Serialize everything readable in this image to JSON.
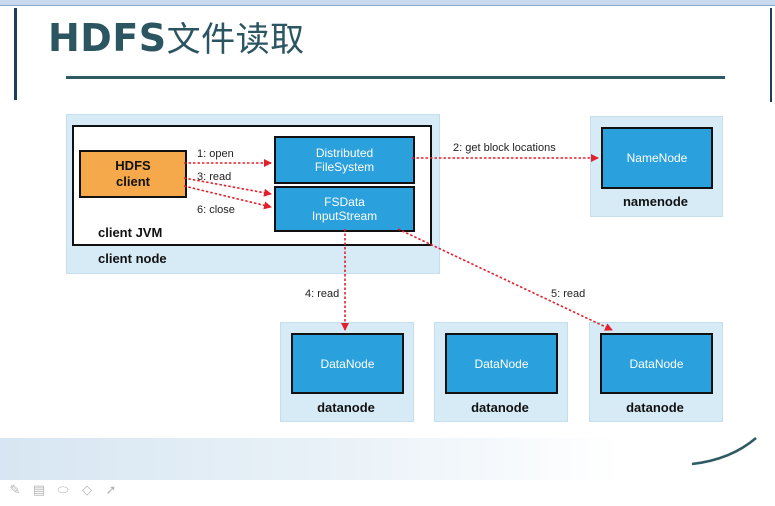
{
  "slide": {
    "title_latin": "HDFS",
    "title_cn": "文件读取"
  },
  "diagram": {
    "client_node_label": "client node",
    "client_jvm_label": "client JVM",
    "hdfs_client": [
      "HDFS",
      "client"
    ],
    "distributed_fs": [
      "Distributed",
      "FileSystem"
    ],
    "fsdata_stream": [
      "FSData",
      "InputStream"
    ],
    "namenode_box": "NameNode",
    "namenode_label": "namenode",
    "datanode_box": "DataNode",
    "datanode_label": "datanode",
    "edges": {
      "open": "1: open",
      "get_block": "2: get block locations",
      "read3": "3: read",
      "read4": "4: read",
      "read5": "5: read",
      "close": "6: close"
    },
    "colors": {
      "node_bg": "#d6ebf6",
      "blue": "#2aa0dc",
      "orange": "#f6a94a",
      "arrow": "#e2202c"
    }
  },
  "toolbar": [
    "pen-icon",
    "slides-icon",
    "eraser-icon",
    "highlighter-icon",
    "pointer-icon"
  ]
}
